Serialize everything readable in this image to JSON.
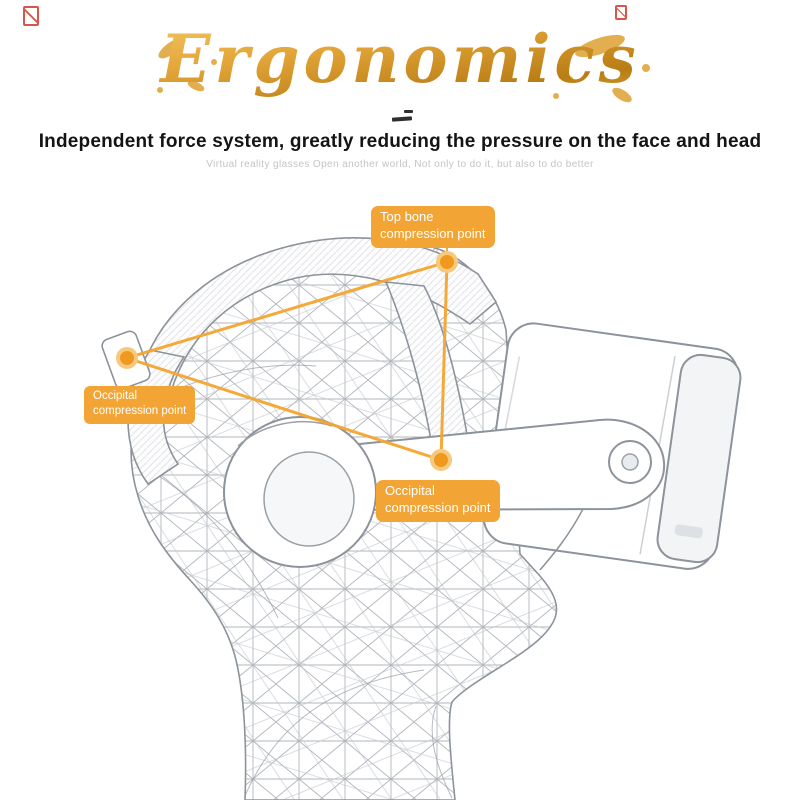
{
  "header": {
    "title": "Ergonomics",
    "subtitle": "Independent force system, greatly reducing the pressure on the face and head",
    "tagline": "Virtual reality glasses Open another world, Not only to do it, but also to do better"
  },
  "callouts": {
    "top_bone": {
      "line1": "Top bone",
      "line2": "compression point"
    },
    "occipital_left": {
      "line1": "Occipital",
      "line2": "compression point"
    },
    "occipital_mid": {
      "line1": "Occipital",
      "line2": "compression point"
    }
  },
  "illustration": {
    "subject": "wireframe-head-wearing-vr-headset",
    "compression_points": [
      "top-bone",
      "occipital-left",
      "occipital-mid"
    ]
  },
  "colors": {
    "accent_orange": "#f2a434",
    "title_gold": "#d0922a",
    "mesh_gray": "#b2b7be",
    "background": "#ffffff"
  }
}
